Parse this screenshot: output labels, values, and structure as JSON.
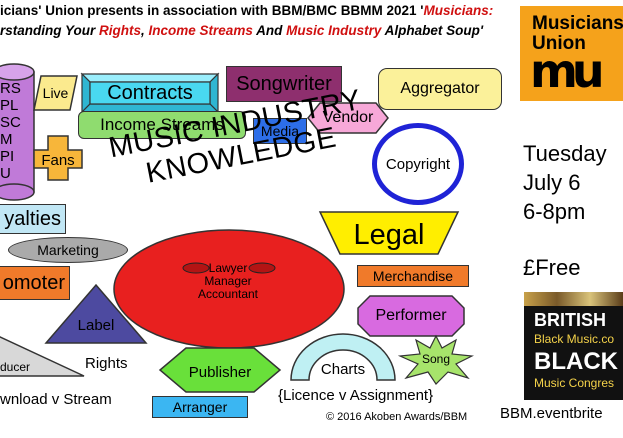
{
  "header": {
    "line1_prefix": "icians' Union presents in association with BBM/BMC BBMM 2021 '",
    "line1_italic": "Musicians:",
    "line2_a": "rstanding Your ",
    "line2_b": "Rights",
    "line2_c": ", ",
    "line2_d": "Income Streams",
    "line2_e": " And ",
    "line2_f": "Music Industry",
    "line2_g": " Alphabet Soup'"
  },
  "center": {
    "title_line1": "MUSIC INDUSTRY",
    "title_line2": "KNOWLEDGE",
    "face_lines": [
      "Lawyer",
      "Manager",
      "Accountant"
    ]
  },
  "terms": {
    "live": "Live",
    "contracts": "Contracts",
    "songwriter": "Songwriter",
    "aggregator": "Aggregator",
    "income_streams": "Income Streams",
    "media": "Media",
    "vendor": "Vendor",
    "fans": "Fans",
    "copyright": "Copyright",
    "royalties": "yalties",
    "marketing": "Marketing",
    "legal": "Legal",
    "merchandise": "Merchandise",
    "promoter": "omoter",
    "label": "Label",
    "performer": "Performer",
    "producer": "ducer",
    "rights": "Rights",
    "publisher": "Publisher",
    "charts": "Charts",
    "song": "Song",
    "download": "wnload v Stream",
    "arranger": "Arranger",
    "licence": "{Licence v Assignment}"
  },
  "cylinder_lines": [
    "RS",
    "PL",
    "SC",
    "M",
    "PI",
    "U"
  ],
  "footer_credit": "© 2016 Akoben Awards/BBM",
  "sidebar": {
    "mu_line1": "Musicians",
    "mu_line2": "Union",
    "mu_logo": "mu",
    "event_day": "Tuesday",
    "event_date": "July 6",
    "event_time": "6-8pm",
    "event_price": "£Free",
    "bbm_line1": "BRITISH",
    "bbm_line2": "Black Music.co",
    "bbm_line3": "BLACK",
    "bbm_line4": "Music Congres",
    "website": "BBM.eventbrite"
  },
  "colors": {
    "header_red": "#d01010",
    "mu_orange": "#f5a21b",
    "face_red": "#e8201f",
    "legal_yellow": "#ffee00",
    "contracts_cyan": "#49d8f0",
    "songwriter_purple": "#8e2f6e",
    "promoter_orange": "#f07a2a",
    "copyright_blue": "#1f23d6"
  }
}
